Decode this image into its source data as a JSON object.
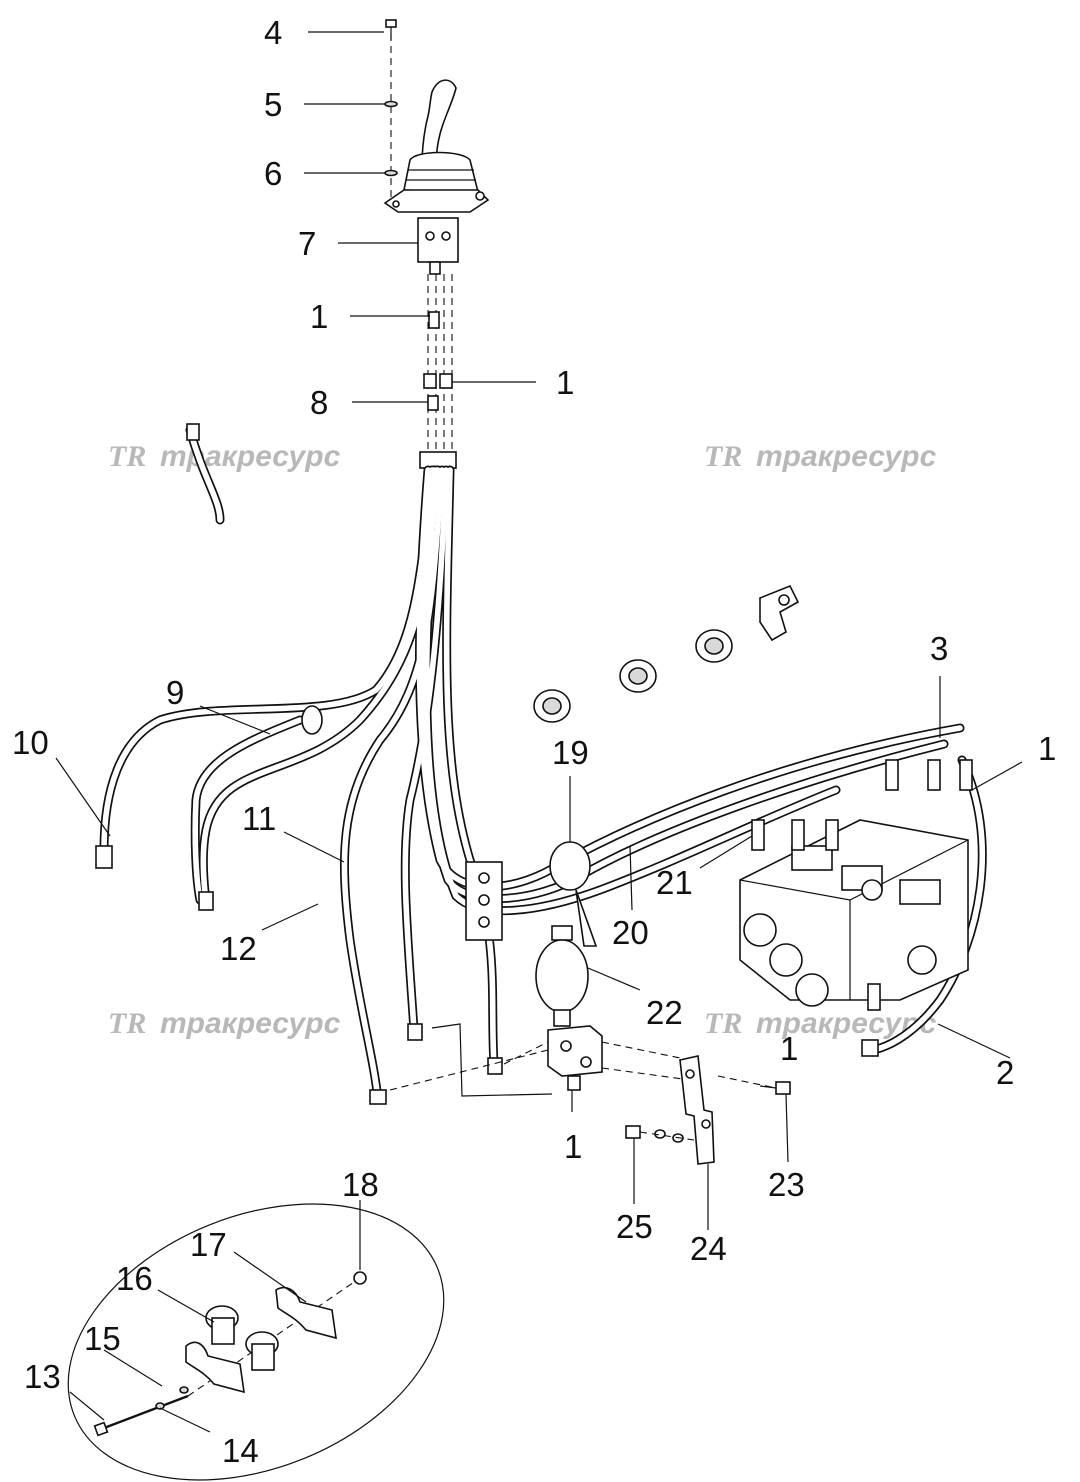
{
  "callouts": [
    "4",
    "5",
    "6",
    "7",
    "1",
    "8",
    "1",
    "9",
    "10",
    "11",
    "12",
    "19",
    "20",
    "21",
    "3",
    "1",
    "22",
    "1",
    "2",
    "1",
    "23",
    "25",
    "24",
    "18",
    "17",
    "16",
    "15",
    "13",
    "14"
  ],
  "watermarks": [
    {
      "logo": "TR",
      "text": "тракресурс"
    },
    {
      "logo": "TR",
      "text": "тракресурс"
    },
    {
      "logo": "TR",
      "text": "тракресурс"
    },
    {
      "logo": "TR",
      "text": "тракресурс"
    }
  ]
}
